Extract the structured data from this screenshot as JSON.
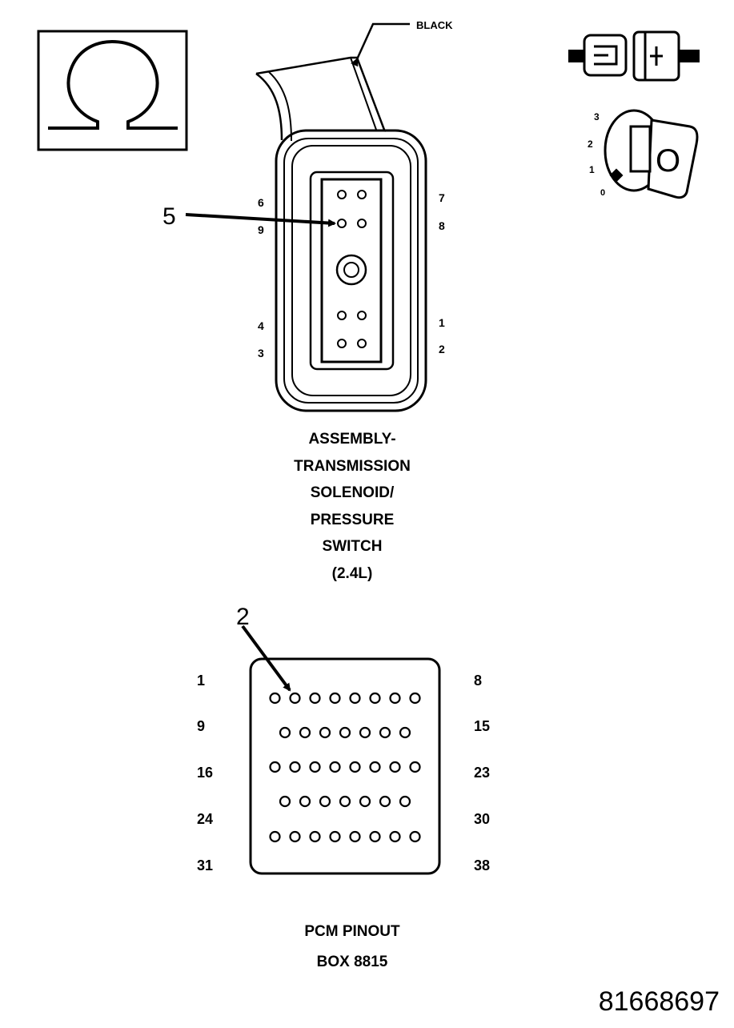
{
  "ohm_symbol": {
    "glyph": "Ω",
    "icon": "ohmmeter-icon"
  },
  "ignition": {
    "icon": "ignition-key-icon",
    "positions": [
      "3",
      "2",
      "1",
      "0"
    ],
    "key_text": "O"
  },
  "connector_top": {
    "wire_color": "BLACK",
    "callout": "5",
    "left_pins": [
      "6",
      "9",
      "4",
      "3"
    ],
    "right_pins": [
      "7",
      "8",
      "1",
      "2"
    ],
    "caption_lines": [
      "ASSEMBLY-",
      "TRANSMISSION",
      "SOLENOID/",
      "PRESSURE",
      "SWITCH",
      "(2.4L)"
    ]
  },
  "connector_bottom": {
    "callout": "2",
    "left_pins": [
      "1",
      "9",
      "16",
      "24",
      "31"
    ],
    "right_pins": [
      "8",
      "15",
      "23",
      "30",
      "38"
    ],
    "row_counts": [
      8,
      7,
      8,
      7,
      8
    ],
    "caption_lines": [
      "PCM PINOUT",
      "BOX 8815"
    ]
  },
  "figure_number": "81668697"
}
